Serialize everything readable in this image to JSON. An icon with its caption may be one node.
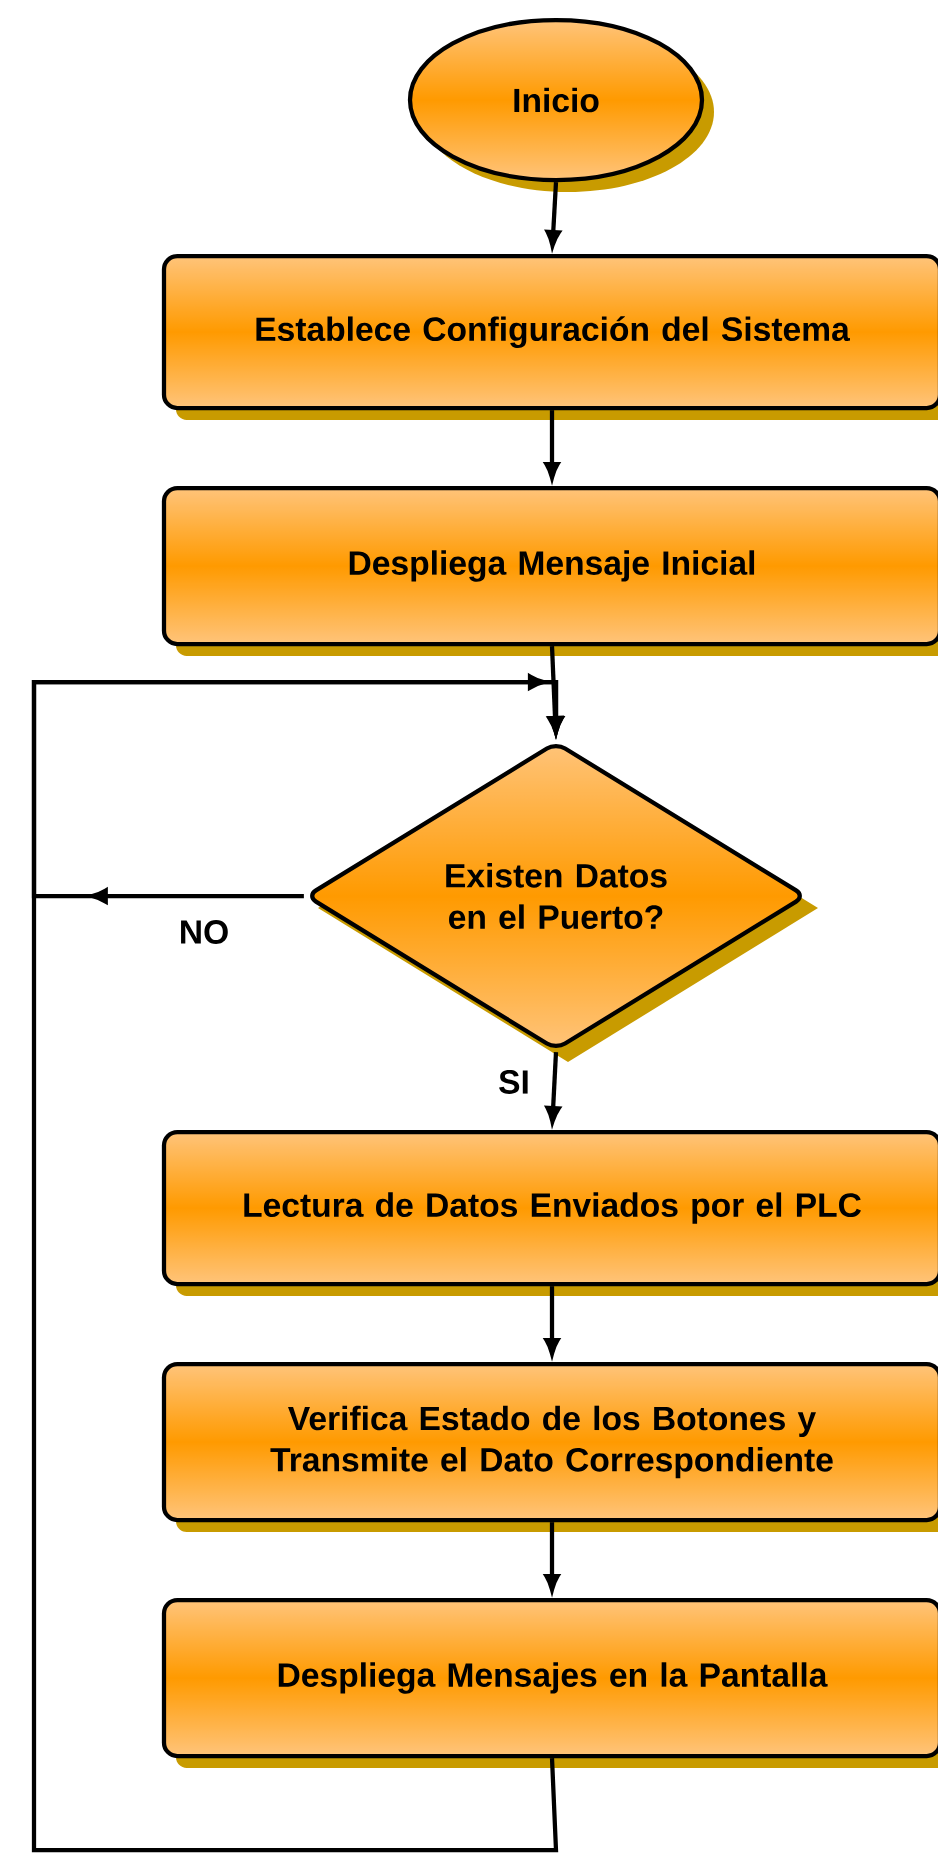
{
  "diagram": {
    "nodes": [
      {
        "text": [
          "Inicio"
        ]
      },
      {
        "text": [
          "Establece Configuración del Sistema"
        ]
      },
      {
        "text": [
          "Despliega Mensaje Inicial"
        ]
      },
      {
        "text": [
          "Existen Datos en el Puerto?"
        ]
      },
      {
        "text": [
          "Lectura de Datos Enviados por el PLC"
        ]
      },
      {
        "text": [
          "Verifica Estado de los Botones y Transmite el Dato Correspondiente"
        ]
      },
      {
        "text": [
          "Despliega Mensajes en la Pantalla"
        ]
      }
    ],
    "edges": [
      {
        "from": 0,
        "to": 1,
        "arrow": "to"
      },
      {
        "from": 1,
        "to": 2,
        "arrow": "to"
      },
      {
        "from": 2,
        "to": 3,
        "arrow": "to"
      },
      {
        "from": 3,
        "to": 4,
        "arrow": "to",
        "label": "SI"
      },
      {
        "from": 4,
        "to": 5,
        "arrow": "to"
      },
      {
        "from": 5,
        "to": 6,
        "arrow": "to"
      },
      {
        "from": 6,
        "to": 3,
        "arrow": "to"
      },
      {
        "from": 3,
        "to": 3,
        "arrow": "to",
        "label": "NO"
      }
    ]
  }
}
